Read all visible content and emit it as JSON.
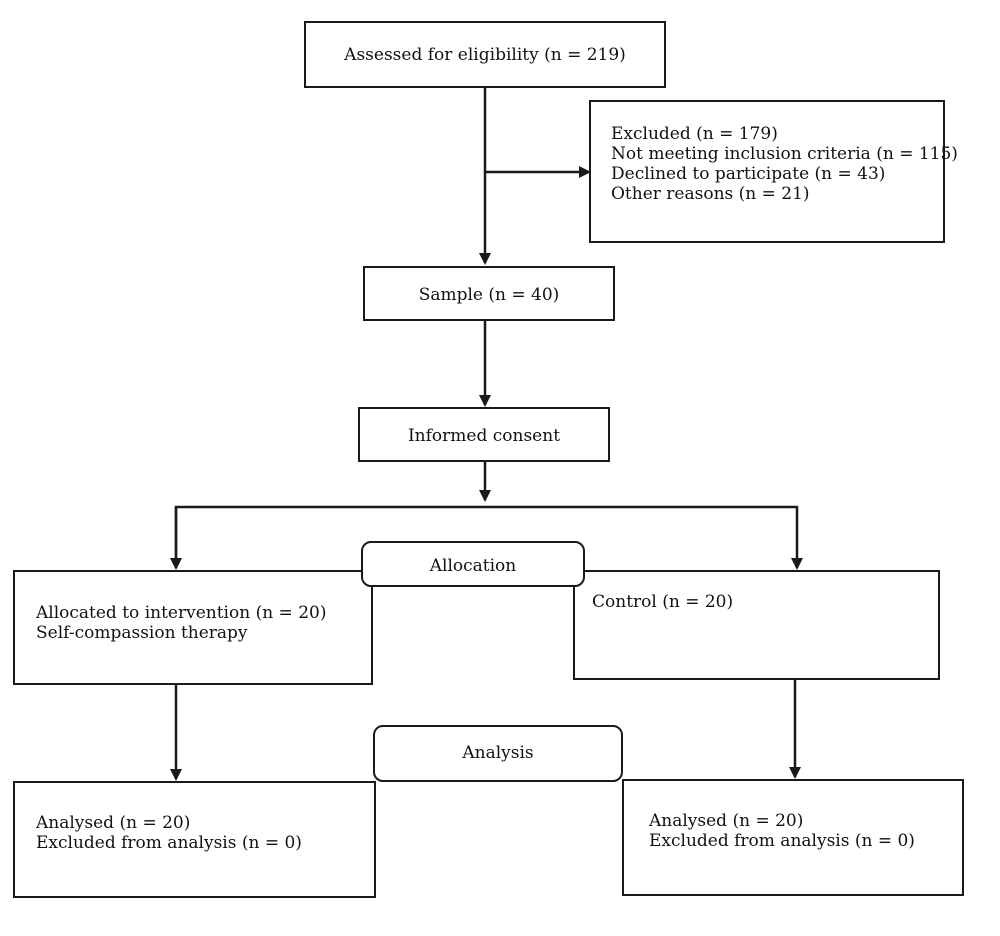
{
  "assessed": "Assessed for eligibility (n = 219)",
  "excluded": {
    "lines": [
      "Excluded (n = 179)",
      "Not meeting inclusion criteria (n = 115)",
      "Declined to participate (n = 43)",
      "Other reasons (n = 21)"
    ]
  },
  "sample": "Sample (n = 40)",
  "consent": "Informed consent",
  "allocation": "Allocation",
  "intervention": {
    "lines": [
      "Allocated to intervention (n = 20)",
      "Self-compassion therapy"
    ]
  },
  "control": "Control (n = 20)",
  "analysis": "Analysis",
  "analysis_left": {
    "lines": [
      "Analysed (n = 20)",
      "Excluded from analysis (n = 0)"
    ]
  },
  "analysis_right": {
    "lines": [
      "Analysed (n = 20)",
      "Excluded from analysis (n = 0)"
    ]
  },
  "colors": {
    "line": "#1a1a1a",
    "background": "#ffffff"
  }
}
